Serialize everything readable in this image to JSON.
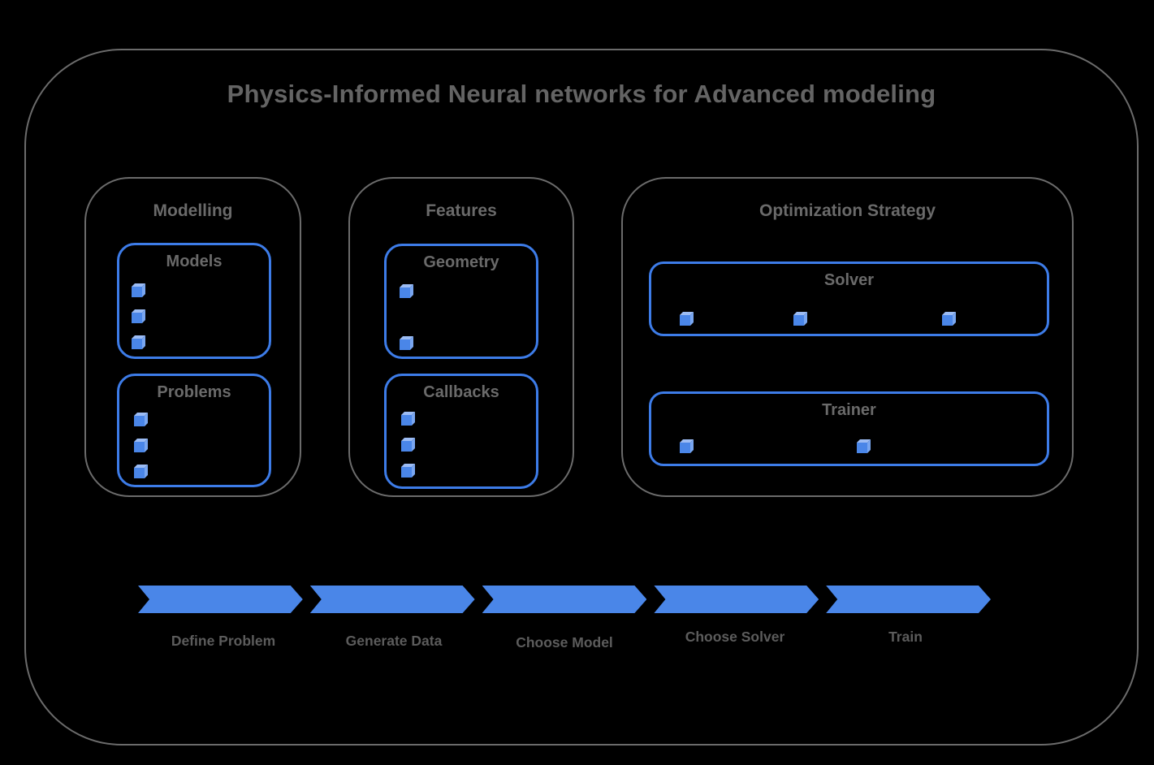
{
  "diagram": {
    "title": "Physics-Informed Neural networks for Advanced modeling"
  },
  "colors": {
    "background": "#000000",
    "gray_outline": "#6b6b6b",
    "gray_text": "#646464",
    "blue_border": "#3d7ce8",
    "blue_fill": "#4a86e8",
    "cube_front": "#4a86e8",
    "cube_top": "#9cbcf4",
    "cube_side": "#79a6f0"
  },
  "groups": [
    {
      "label": "Modelling",
      "boxes": [
        {
          "label": "Models",
          "bullet_count": 3
        },
        {
          "label": "Problems",
          "bullet_count": 3
        }
      ]
    },
    {
      "label": "Features",
      "boxes": [
        {
          "label": "Geometry",
          "bullet_count": 2
        },
        {
          "label": "Callbacks",
          "bullet_count": 3
        }
      ]
    },
    {
      "label": "Optimization Strategy",
      "boxes": [
        {
          "label": "Solver",
          "bullet_count": 3
        },
        {
          "label": "Trainer",
          "bullet_count": 2
        }
      ]
    }
  ],
  "pipeline": {
    "steps": [
      "Define Problem",
      "Generate Data",
      "Choose Model",
      "Choose Solver",
      "Train"
    ]
  }
}
